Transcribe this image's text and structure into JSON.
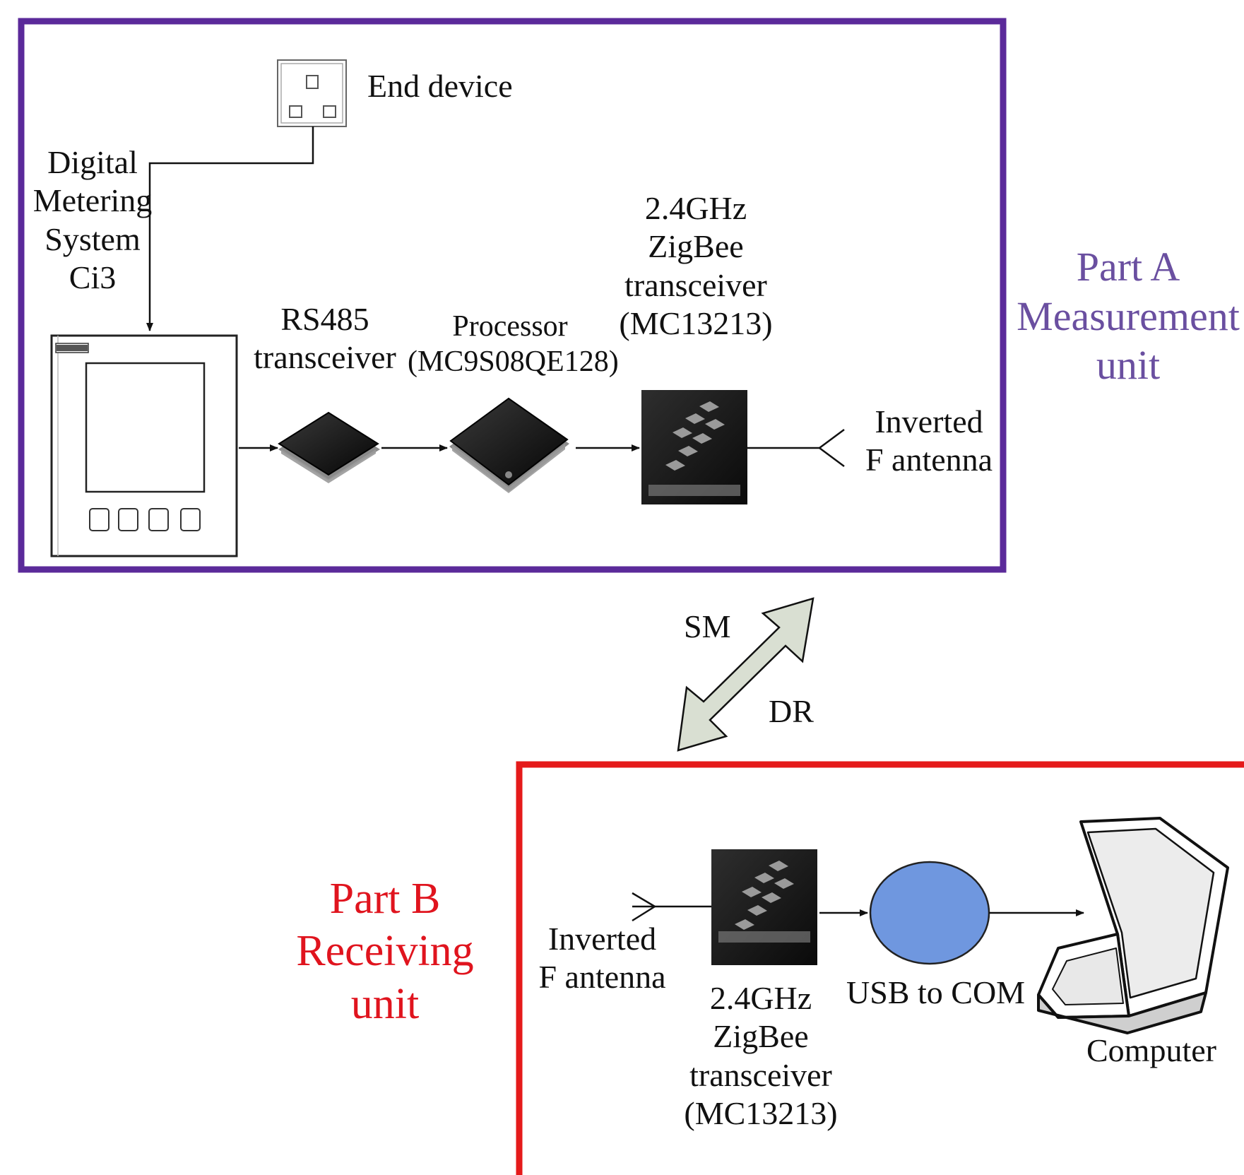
{
  "part_a": {
    "title_lines": [
      "Part A",
      "Measurement",
      "unit"
    ],
    "border_color": "#5b2a9a",
    "label_color": "#6a4fa0",
    "end_device_label": "End device",
    "meter_label_lines": [
      "Digital",
      "Metering",
      "System",
      "Ci3"
    ],
    "rs485_label_lines": [
      "RS485",
      "transceiver"
    ],
    "processor_label_lines": [
      "Processor",
      "(MC9S08QE128)"
    ],
    "zigbee_label_lines": [
      "2.4GHz",
      "ZigBee",
      "transceiver",
      "(MC13213)"
    ],
    "antenna_label_lines": [
      "Inverted",
      "F antenna"
    ]
  },
  "link": {
    "up_label": "SM",
    "down_label": "DR",
    "arrow_color": "#d9dfd2"
  },
  "part_b": {
    "title_lines": [
      "Part B",
      "Receiving",
      "unit"
    ],
    "border_color": "#e51a1a",
    "label_color": "#e0141e",
    "antenna_label_lines": [
      "Inverted",
      "F antenna"
    ],
    "zigbee_label_lines": [
      "2.4GHz",
      "ZigBee",
      "transceiver",
      "(MC13213)"
    ],
    "usb_label": "USB to COM",
    "usb_color": "#6f97df",
    "computer_label": "Computer"
  }
}
